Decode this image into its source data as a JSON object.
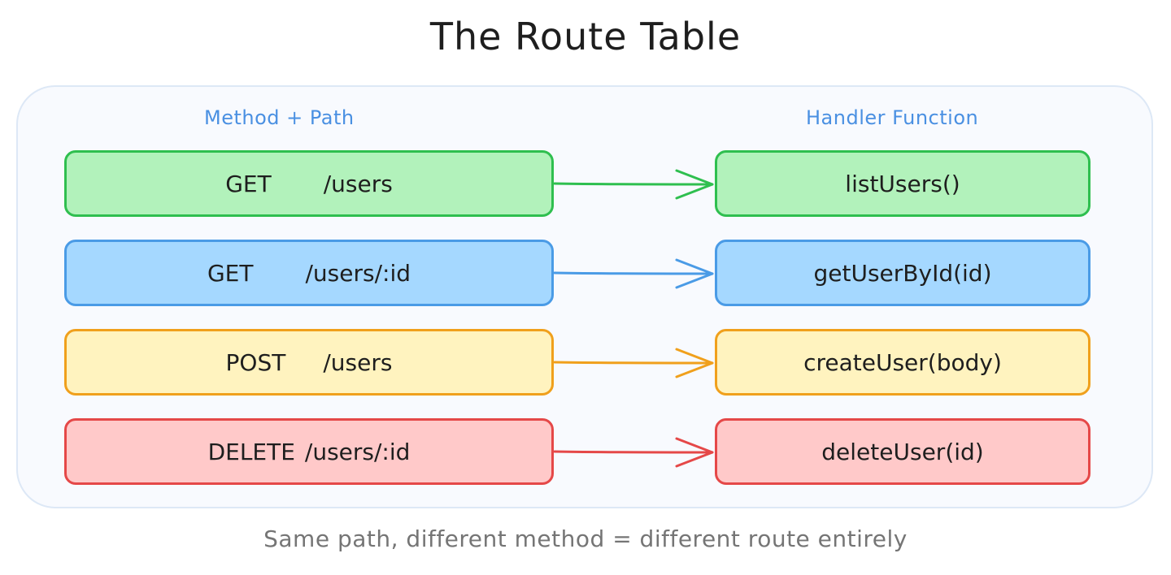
{
  "title": "The Route Table",
  "headers": {
    "left": "Method + Path",
    "right": "Handler Function"
  },
  "routes": [
    {
      "method": "GET",
      "path": "/users",
      "handler": "listUsers()",
      "color": "#2fbf4f"
    },
    {
      "method": "GET",
      "path": "/users/:id",
      "handler": "getUserById(id)",
      "color": "#4a9be6"
    },
    {
      "method": "POST",
      "path": "/users",
      "handler": "createUser(body)",
      "color": "#f0a01c"
    },
    {
      "method": "DELETE",
      "path": "/users/:id",
      "handler": "deleteUser(id)",
      "color": "#e54848"
    }
  ],
  "caption": "Same path, different method = different route entirely"
}
